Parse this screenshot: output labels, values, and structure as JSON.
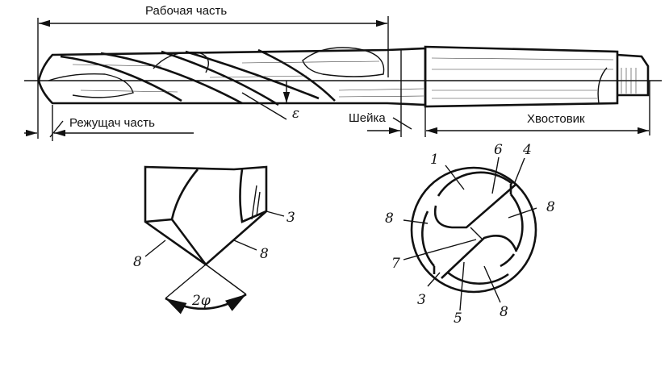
{
  "title": "Twist drill with taper shank",
  "labels": {
    "working_part": "Рабочая часть",
    "cutting_part": "Режущач часть",
    "neck": "Шейка",
    "shank": "Хвостовик",
    "helix_angle": "ε",
    "point_angle": "2φ"
  },
  "tip_view_numbers": [
    "3",
    "8",
    "8"
  ],
  "section_numbers": [
    "1",
    "6",
    "4",
    "8",
    "8",
    "7",
    "3",
    "5",
    "8"
  ]
}
